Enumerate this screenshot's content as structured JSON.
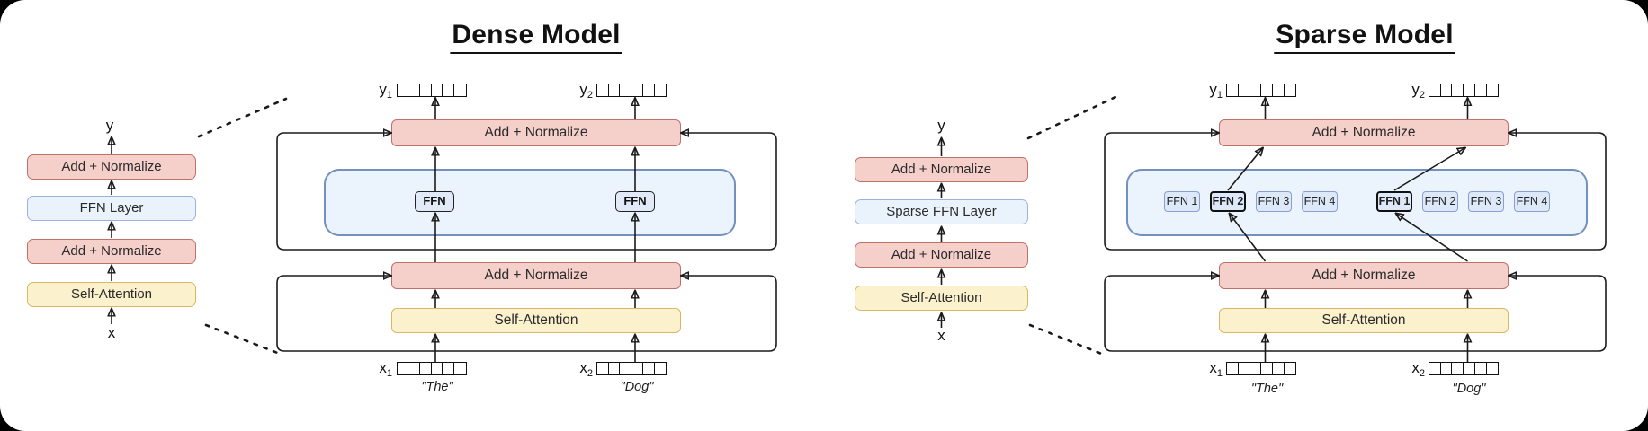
{
  "figure": {
    "description": "Dense vs Sparse transformer block diagram",
    "vector_cells": 6,
    "colors": {
      "add_normalize_fill": "#f5cfca",
      "add_normalize_border": "#bf7168",
      "self_attention_fill": "#fbf1cc",
      "self_attention_border": "#d8b865",
      "ffn_layer_fill": "#eaf3fc",
      "ffn_layer_border": "#9ab4d8",
      "container_fill": "#ebf3fc",
      "container_border": "#7391bd",
      "expert_fill": "#dde8f8",
      "expert_border": "#8a9fce",
      "line": "#1a1a1a",
      "background": "#ffffff"
    }
  },
  "dense": {
    "title": "Dense Model",
    "mini": {
      "output_label": "y",
      "input_label": "x",
      "layers": [
        {
          "label": "Add + Normalize",
          "type": "add-normalize"
        },
        {
          "label": "FFN Layer",
          "type": "ffn-layer"
        },
        {
          "label": "Add + Normalize",
          "type": "add-normalize"
        },
        {
          "label": "Self-Attention",
          "type": "self-attention"
        }
      ]
    },
    "expanded": {
      "add_normalize_top": "Add + Normalize",
      "add_normalize_bottom": "Add + Normalize",
      "self_attention": "Self-Attention",
      "ffn_token1": "FFN",
      "ffn_token2": "FFN",
      "outputs": {
        "y1_base": "y",
        "y1_sub": "1",
        "y2_base": "y",
        "y2_sub": "2"
      },
      "inputs": {
        "x1_base": "x",
        "x1_sub": "1",
        "x2_base": "x",
        "x2_sub": "2",
        "word1": "\"The\"",
        "word2": "\"Dog\""
      }
    }
  },
  "sparse": {
    "title": "Sparse Model",
    "mini": {
      "output_label": "y",
      "input_label": "x",
      "layers": [
        {
          "label": "Add + Normalize",
          "type": "add-normalize"
        },
        {
          "label": "Sparse FFN Layer",
          "type": "sparse-ffn-layer"
        },
        {
          "label": "Add + Normalize",
          "type": "add-normalize"
        },
        {
          "label": "Self-Attention",
          "type": "self-attention"
        }
      ]
    },
    "expanded": {
      "add_normalize_top": "Add + Normalize",
      "add_normalize_bottom": "Add + Normalize",
      "self_attention": "Self-Attention",
      "experts_token1": [
        "FFN 1",
        "FFN 2",
        "FFN 3",
        "FFN 4"
      ],
      "experts_token2": [
        "FFN 1",
        "FFN 2",
        "FFN 3",
        "FFN 4"
      ],
      "selected_expert_token1": "FFN 2",
      "selected_expert_token2": "FFN 1",
      "outputs": {
        "y1_base": "y",
        "y1_sub": "1",
        "y2_base": "y",
        "y2_sub": "2"
      },
      "inputs": {
        "x1_base": "x",
        "x1_sub": "1",
        "x2_base": "x",
        "x2_sub": "2",
        "word1": "\"The\"",
        "word2": "\"Dog\""
      }
    }
  }
}
